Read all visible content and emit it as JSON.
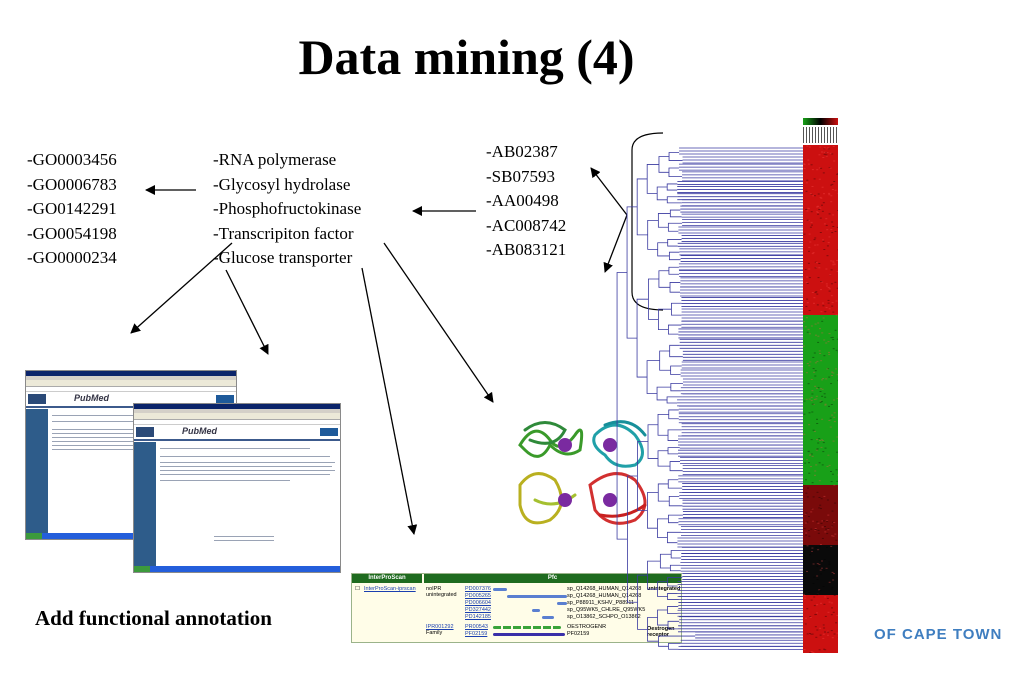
{
  "title": "Data mining (4)",
  "go_terms": [
    "-GO0003456",
    "-GO0006783",
    "-GO0142291",
    "-GO0054198",
    "-GO0000234"
  ],
  "proteins": [
    "-RNA polymerase",
    "-Glycosyl hydrolase",
    "-Phosphofructokinase",
    "-Transcripiton factor",
    "-Glucose transporter"
  ],
  "accessions": [
    "-AB02387",
    "-SB07593",
    "-AA00498",
    "-AC008742",
    "-AB083121"
  ],
  "caption": "Add functional annotation",
  "logo_text": "OF CAPE TOWN",
  "pubmed": {
    "brand": "PubMed"
  },
  "interpro": {
    "col1_header": "InterProScan",
    "col2_header": "Pfc",
    "scan_link": "InterProScan-iprscan",
    "group1_id": "noIPR",
    "group1_type": "unintegrated",
    "group1_label": "unintegrated",
    "group1_rows": [
      {
        "id": "PD007376",
        "label": "sp_Q14268_HUMAN_Q14268"
      },
      {
        "id": "PD005265",
        "label": "sp_Q14268_HUMAN_Q14268"
      },
      {
        "id": "PD006604",
        "label": "sp_P88911_KSHV_P88911"
      },
      {
        "id": "PD327442",
        "label": "sp_Q95WK5_CHLRE_Q95WK5"
      },
      {
        "id": "PD142185",
        "label": "sp_O13862_SCHPO_O13862"
      }
    ],
    "group2_id": "IPR001292",
    "group2_type": "Family",
    "group2_label": "Oestrogen receptor",
    "group2_rows": [
      {
        "id": "PR00543",
        "label": "OESTROGENR"
      },
      {
        "id": "PF02159",
        "label": "PF02159"
      }
    ]
  },
  "colors": {
    "arrow": "#000000",
    "dendrogram": "#3a3aa0",
    "heat_red": "#cc1010",
    "heat_green": "#18a018",
    "heat_black": "#0a0a0a",
    "logo_blue": "#3f7ec0",
    "pubmed_header": "#2b4a78"
  },
  "icons": [
    "ncbi-logo-icon",
    "pubmed-logo-icon",
    "protein-structure-icon",
    "brace-icon"
  ]
}
